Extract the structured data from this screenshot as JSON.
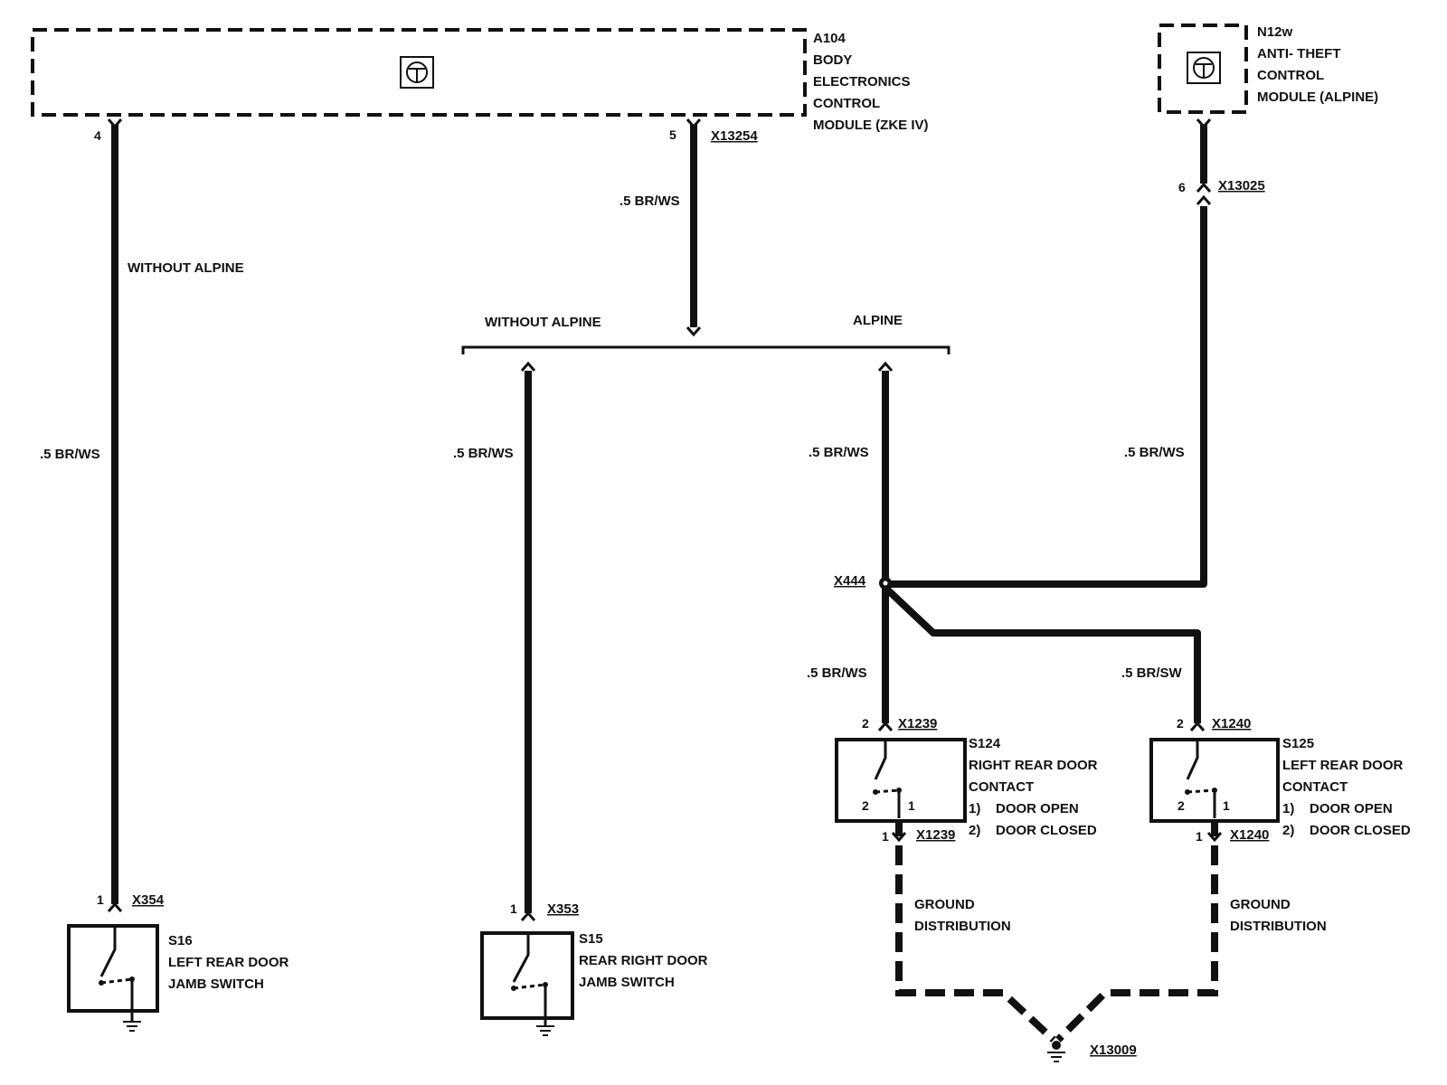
{
  "modules": {
    "a104": {
      "lines": [
        "A104",
        "BODY",
        "ELECTRONICS",
        "CONTROL",
        "MODULE (ZKE IV)"
      ]
    },
    "n12w": {
      "lines": [
        "N12w",
        "ANTI- THEFT",
        "CONTROL",
        "MODULE (ALPINE)"
      ]
    }
  },
  "connectors": {
    "x13254": "X13254",
    "x13025": "X13025",
    "x444": "X444",
    "x1239_top": "X1239",
    "x1239_bottom": "X1239",
    "x1240_top": "X1240",
    "x1240_bottom": "X1240",
    "x354": "X354",
    "x353": "X353",
    "x13009": "X13009"
  },
  "pins": {
    "a104_left": "4",
    "a104_right": "5",
    "n12w": "6",
    "s124_top": "2",
    "s124_bottom": "1",
    "s125_top": "2",
    "s125_bottom": "1",
    "s16": "1",
    "s15": "1",
    "s124_contact_left": "2",
    "s124_contact_right": "1",
    "s125_contact_left": "2",
    "s125_contact_right": "1"
  },
  "wires": {
    "left_main": ".5 BR/WS",
    "a104_drop": ".5 BR/WS",
    "s15_wire": ".5 BR/WS",
    "alpine_wire": ".5 BR/WS",
    "n12w_wire": ".5 BR/WS",
    "s124_wire": ".5 BR/WS",
    "s125_wire": ".5 BR/SW"
  },
  "variants": {
    "left_without_alpine": "WITHOUT ALPINE",
    "branch_without_alpine": "WITHOUT ALPINE",
    "branch_alpine": "ALPINE"
  },
  "components": {
    "s124": {
      "lines": [
        "S124",
        "RIGHT REAR DOOR",
        "CONTACT",
        "1)    DOOR OPEN",
        "2)    DOOR CLOSED"
      ]
    },
    "s125": {
      "lines": [
        "S125",
        "LEFT REAR DOOR",
        "CONTACT",
        "1)    DOOR OPEN",
        "2)    DOOR CLOSED"
      ]
    },
    "s16": {
      "lines": [
        "S16",
        "LEFT REAR DOOR",
        "JAMB SWITCH"
      ]
    },
    "s15": {
      "lines": [
        "S15",
        "REAR RIGHT DOOR",
        "JAMB SWITCH"
      ]
    }
  },
  "ground": {
    "left": {
      "lines": [
        "GROUND",
        "DISTRIBUTION"
      ]
    },
    "right": {
      "lines": [
        "GROUND",
        "DISTRIBUTION"
      ]
    }
  }
}
